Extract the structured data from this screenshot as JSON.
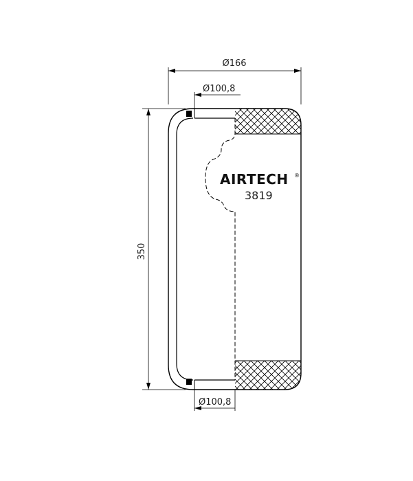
{
  "drawing": {
    "top_width_label": "Ø166",
    "top_plate_label": "Ø100,8",
    "bottom_plate_label": "Ø100,8",
    "height_label": "350",
    "brand": "AIRTECH",
    "brand_mark": "®",
    "model": "3819"
  },
  "colors": {
    "line": "#000000",
    "background": "#ffffff"
  }
}
